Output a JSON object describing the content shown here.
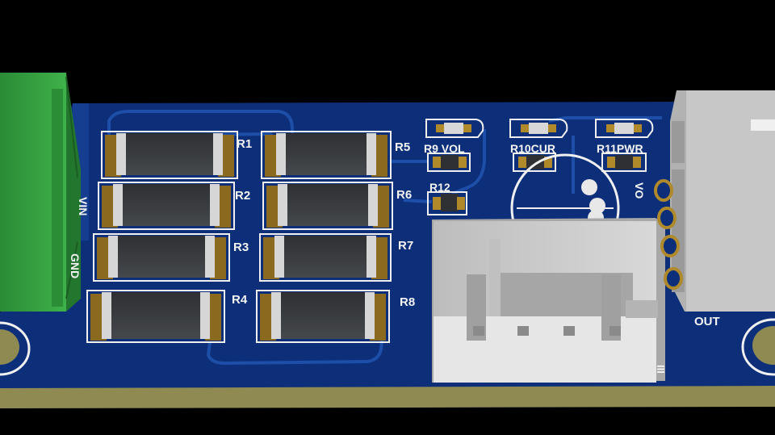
{
  "board": {
    "resistors_left": [
      "R1",
      "R2",
      "R3",
      "R4"
    ],
    "resistors_right": [
      "R5",
      "R6",
      "R7",
      "R8"
    ],
    "led_labels": [
      "R9 VOL",
      "R10CUR",
      "R11PWR"
    ],
    "r12_label": "R12",
    "vin_label": "VIN",
    "gnd_label": "GND",
    "vo_label": "VO",
    "out_label": "OUT",
    "iii_label": "III"
  },
  "colors": {
    "background": "#000000",
    "pcb_blue": "#0d2f7a",
    "trace_blue": "#1d4ea8",
    "pcb_edge": "#8e8a52",
    "terminal_green": "#2f9a3a",
    "silkscreen": "#f4f4f4",
    "pad_gold": "#8a6a1e",
    "resistor_body": "#3b3d40",
    "connector_grey": "#c9c9c9"
  }
}
